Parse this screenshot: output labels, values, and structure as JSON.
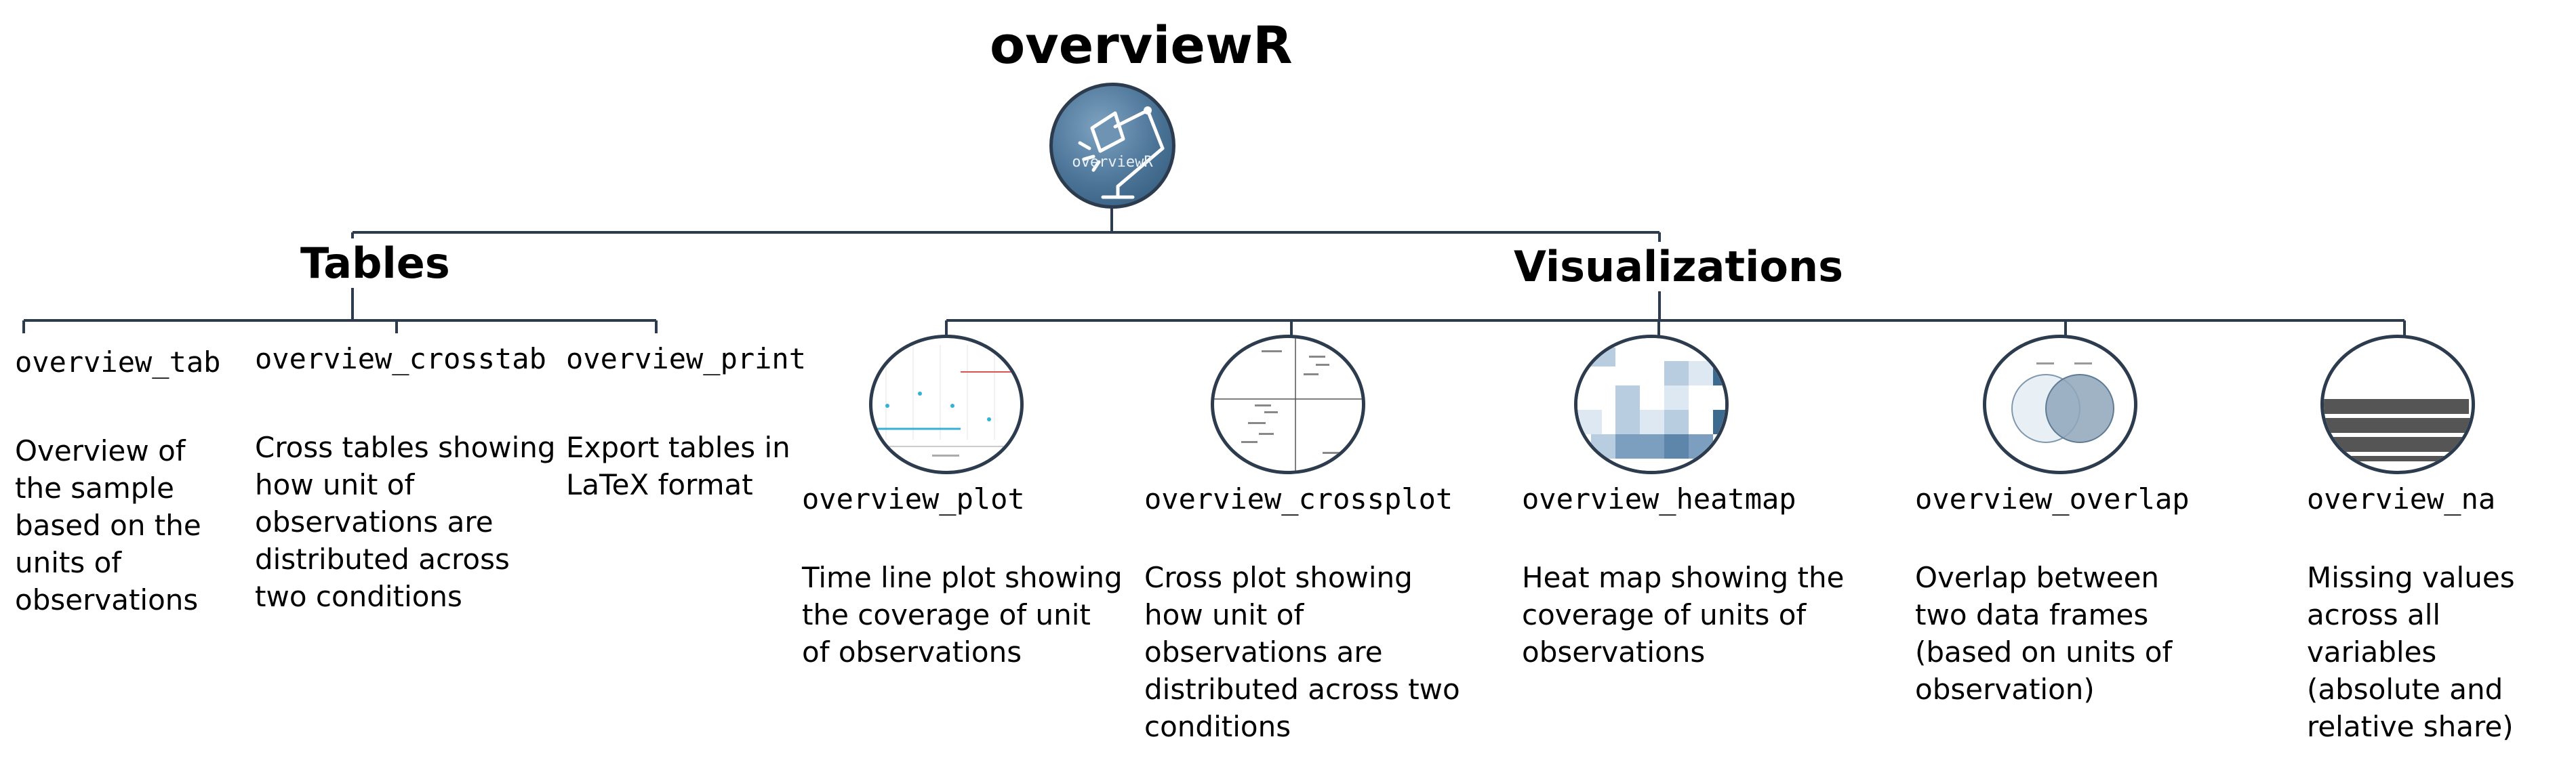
{
  "title": "overviewR",
  "logo": {
    "label": "overviewR"
  },
  "tables": {
    "heading": "Tables",
    "items": [
      {
        "function": "overview_tab",
        "description": "Overview of\nthe sample\nbased on the\nunits of\nobservations"
      },
      {
        "function": "overview_crosstab",
        "description": "Cross tables showing\nhow unit of\nobservations are\ndistributed across\ntwo conditions"
      },
      {
        "function": "overview_print",
        "description": "Export tables in\nLaTeX format"
      }
    ]
  },
  "visualizations": {
    "heading": "Visualizations",
    "items": [
      {
        "function": "overview_plot",
        "description": "Time line plot showing\nthe coverage of unit\nof observations",
        "thumbnail_icon": "timeline-plot-icon"
      },
      {
        "function": "overview_crossplot",
        "description": "Cross plot showing\nhow unit of\nobservations are\ndistributed across two\nconditions",
        "thumbnail_icon": "cross-plot-icon"
      },
      {
        "function": "overview_heatmap",
        "description": "Heat map showing the\ncoverage of units of\nobservations",
        "thumbnail_icon": "heatmap-icon"
      },
      {
        "function": "overview_overlap",
        "description": "Overlap between\ntwo data frames\n(based on units of\nobservation)",
        "thumbnail_icon": "venn-overlap-icon"
      },
      {
        "function": "overview_na",
        "description": "Missing values\nacross all variables\n(absolute and\nrelative share)",
        "thumbnail_icon": "missing-bars-icon"
      }
    ]
  },
  "colors": {
    "connector": "#2d3b4e",
    "accent": "#4a7396"
  }
}
